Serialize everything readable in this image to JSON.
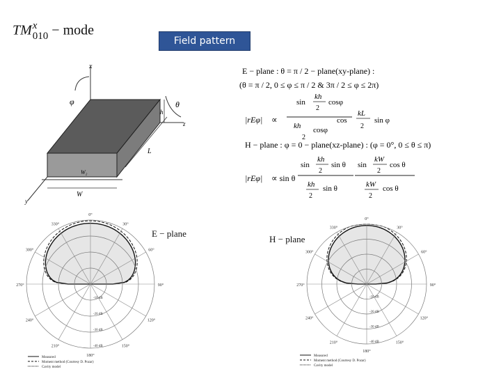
{
  "header": {
    "title_main": "TM",
    "title_sup": "x",
    "title_sub": "010",
    "title_suffix": "− mode",
    "badge_label": "Field pattern"
  },
  "geometry_figure": {
    "axis_x": "x",
    "axis_y": "y",
    "axis_z": "z",
    "phi_symbol": "φ",
    "theta_symbol": "θ",
    "height_label": "h",
    "length_label": "L",
    "width_label": "W",
    "slot_label": "W₂"
  },
  "equations": {
    "e_plane_line1": "E − plane : θ = π / 2 − plane(xy-plane) :",
    "e_plane_line2": "(θ = π / 2, 0 ≤ φ ≤ π / 2 & 3π / 2 ≤ φ ≤ 2π)",
    "h_plane_line": "H − plane : φ = 0 − plane(xz-plane) : (φ = 0°, 0 ≤ θ ≤ π)",
    "abs_rE": "|rEφ|",
    "propto": "∝",
    "propto_sin": "∝ sin θ",
    "frac_kh": "kh",
    "frac_kL": "kL",
    "frac_kW": "kW",
    "frac_2": "2",
    "sin": "sin",
    "cos": "cos",
    "cos_phi": "cosφ",
    "sin_phi": "sin φ",
    "sin_theta": "sin θ",
    "cos_theta": "cos θ"
  },
  "e_plane_chart": {
    "label": "E − plane",
    "angle_labels": [
      "0°",
      "30°",
      "60°",
      "90°",
      "120°",
      "150°",
      "180°",
      "210°",
      "240°",
      "270°",
      "300°",
      "330°"
    ],
    "db_labels": [
      "-10 dB",
      "-20 dB",
      "-30 dB",
      "-40 dB"
    ],
    "legend": [
      "Measured",
      "Moment method (Courtesy D. Pozar)",
      "Cavity model"
    ]
  },
  "h_plane_chart": {
    "label": "H − plane",
    "angle_labels": [
      "0°",
      "30°",
      "60°",
      "90°",
      "120°",
      "150°",
      "180°",
      "210°",
      "240°",
      "270°",
      "300°",
      "330°"
    ],
    "db_labels": [
      "-10 dB",
      "-20 dB",
      "-30 dB",
      "-40 dB"
    ],
    "legend": [
      "Measured",
      "Moment method (Courtesy D. Pozar)",
      "Cavity model"
    ]
  },
  "colors": {
    "badge_bg": "#2f5597",
    "patch_dark": "#5b5b5b",
    "pattern_fill": "#e6e6e6"
  }
}
